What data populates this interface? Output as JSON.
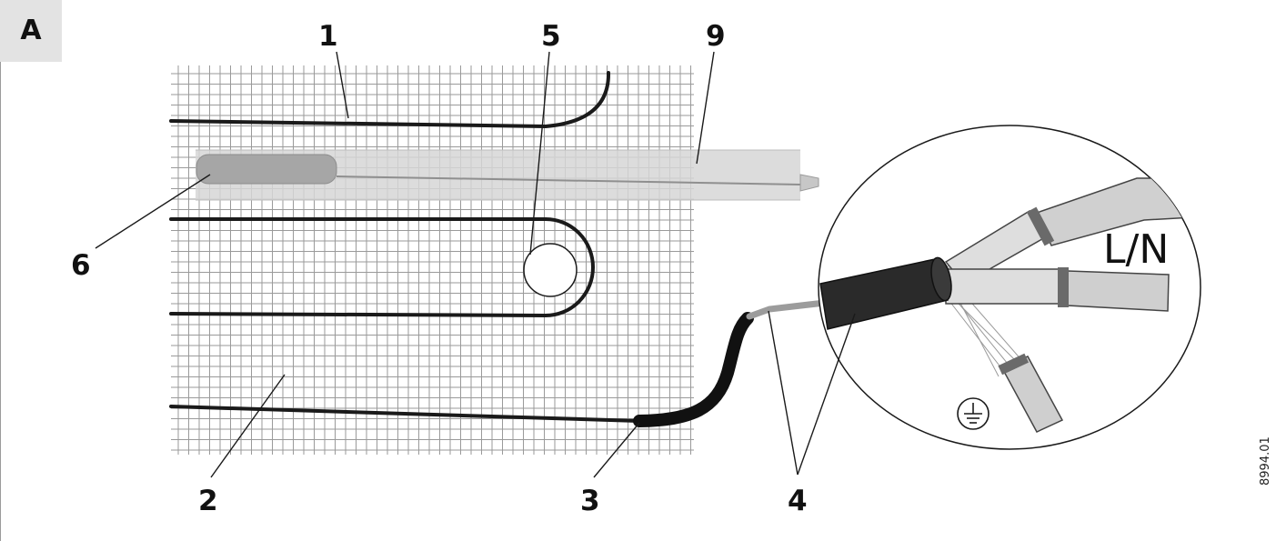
{
  "figure": {
    "panel_label": "A",
    "reference_number": "8994.01"
  },
  "callouts": {
    "c1": "1",
    "c2": "2",
    "c3": "3",
    "c4": "4",
    "c5": "5",
    "c6": "6",
    "c9": "9"
  },
  "cable_detail": {
    "phase_label": "L/N",
    "earth_symbol": "protective-earth-icon"
  },
  "colors": {
    "grid": "#9a9a9a",
    "heating_wire": "#1a1a1a",
    "conduit": "#d4d4d4",
    "sensor": "#a6a6a6",
    "cable_jacket": "#2a2a2a",
    "inner_core": "#dedede"
  }
}
